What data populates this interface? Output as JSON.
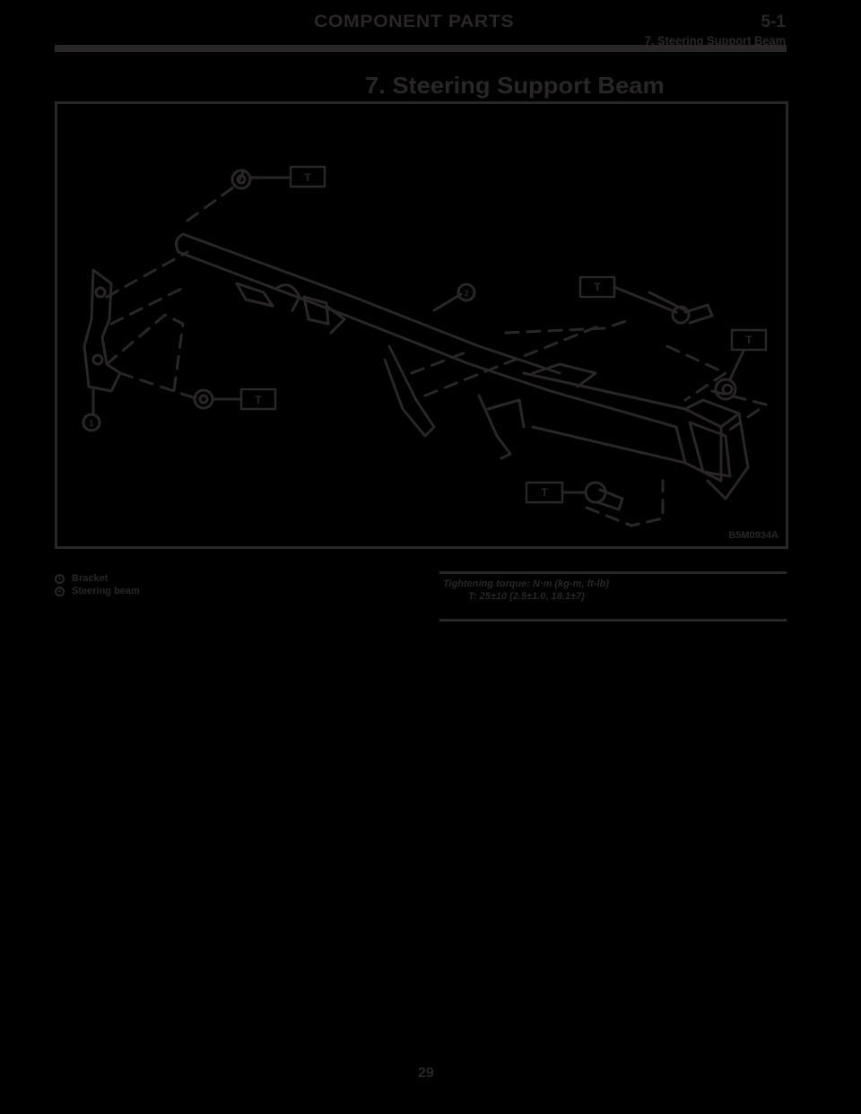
{
  "header": {
    "chapter_title": "COMPONENT PARTS",
    "section_code": "5-1",
    "subsection": "7. Steering Support Beam"
  },
  "page_title": "7. Steering Support Beam",
  "figure": {
    "code": "B5M0934A",
    "torque_marker": "T",
    "callouts": [
      "1",
      "2"
    ]
  },
  "legend": {
    "items": [
      {
        "num": "1",
        "label": "Bracket"
      },
      {
        "num": "2",
        "label": "Steering beam"
      }
    ]
  },
  "torque": {
    "heading": "Tightening torque: N·m (kg-m, ft-lb)",
    "value": "T: 25±10 (2.5±1.0, 18.1±7)"
  },
  "page_number": "29",
  "colors": {
    "background": "#000000",
    "ink": "#2a2527"
  }
}
